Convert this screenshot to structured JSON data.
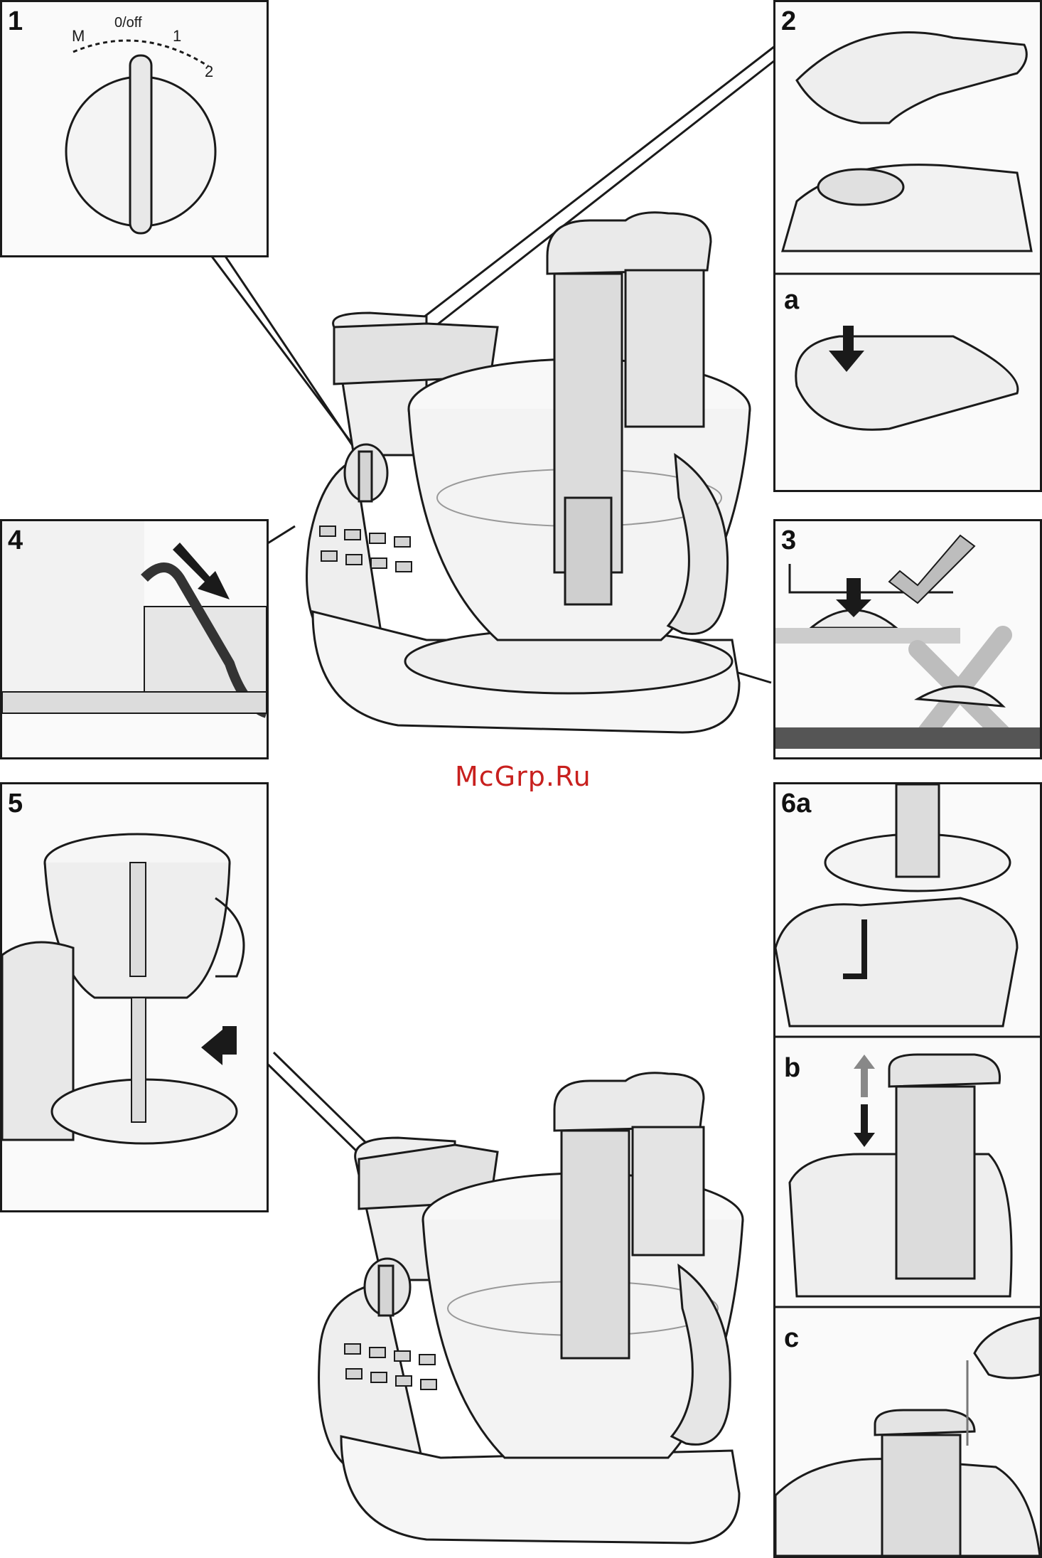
{
  "panels": {
    "p1": {
      "label": "1",
      "dial_labels": {
        "m": "M",
        "off": "0/off",
        "one": "1",
        "two": "2"
      }
    },
    "p2": {
      "label": "2",
      "sub_a": "a"
    },
    "p3": {
      "label": "3"
    },
    "p4": {
      "label": "4"
    },
    "p5": {
      "label": "5"
    },
    "p6": {
      "label": "6a",
      "sub_b": "b",
      "sub_c": "c"
    }
  },
  "watermark": "McGrp.Ru",
  "colors": {
    "stroke": "#1a1a1a",
    "fill": "#f2f2f2",
    "shade": "#d4d4d4",
    "watermark": "#c8201e"
  }
}
